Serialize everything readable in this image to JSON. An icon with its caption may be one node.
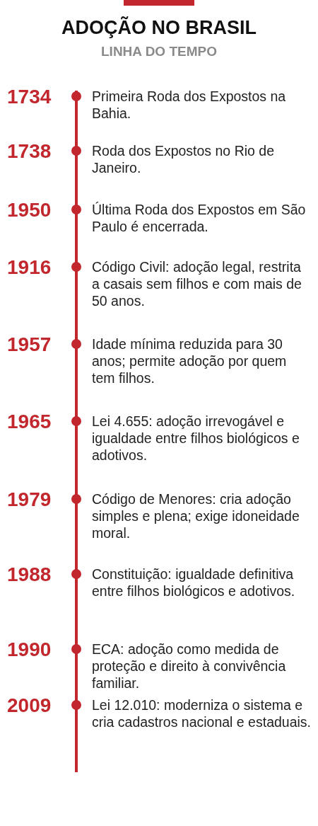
{
  "diagram": {
    "title": "ADOÇÃO NO BRASIL",
    "labels": [
      "LINHA DO TEMPO",
      "1734",
      "Primeira Roda dos Expostos na Bahia.",
      "1738",
      "Roda dos Expostos no Rio de Janeiro.",
      "1950",
      "Última Roda dos Expostos em São Paulo é encerrada.",
      "1916",
      "Código Civil: adoção legal, restrita a casais sem filhos e com mais de 50 anos.",
      "1957",
      "Idade mínima reduzida para 30 anos; permite adoção por quem tem filhos.",
      "1965",
      "Lei 4.655: adoção irrevogável e igualdade entre filhos biológicos e adotivos.",
      "1979",
      "Código de Menores: cria adoção simples e plena; exige idoneidade moral.",
      "1988",
      "Constituição: igualdade definitiva entre filhos biológicos e adotivos.",
      "1990",
      "ECA: adoção como medida de proteção e direito à convivência familiar.",
      "2009",
      "Lei 12.010: moderniza o sistema e cria cadastros nacional e estaduais."
    ]
  }
}
